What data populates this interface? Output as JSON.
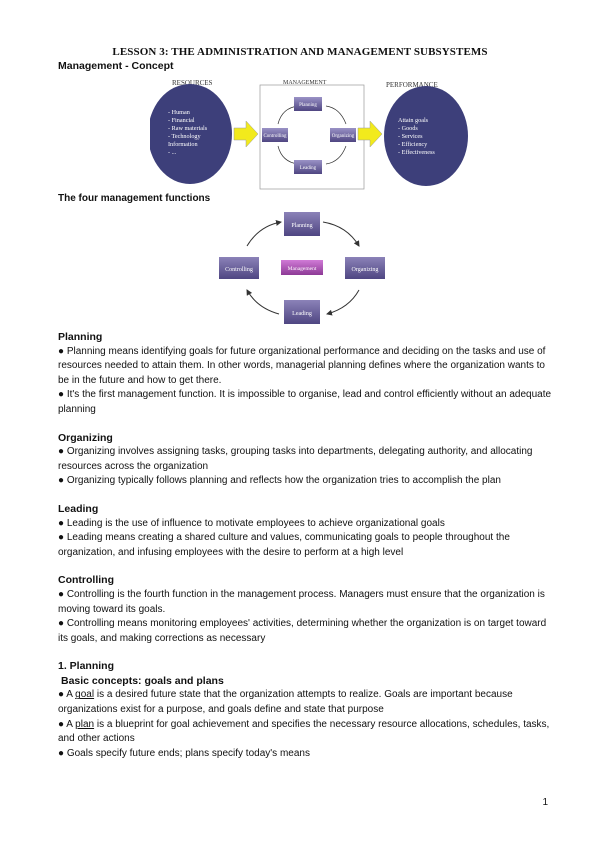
{
  "lesson_title": "LESSON 3: THE ADMINISTRATION AND MANAGEMENT SUBSYSTEMS",
  "subtitle": "Management - Concept",
  "concept_diagram": {
    "resources_label": "RESOURCES",
    "resources_items": [
      "- Human",
      "- Financial",
      "- Raw materials",
      "- Technology",
      "  Information",
      "- ..."
    ],
    "management_label": "MANAGEMENT",
    "boxes": [
      "Planning",
      "Controlling",
      "Organizing",
      "Leading"
    ],
    "performance_label": "PERFORMANCE",
    "performance_items": [
      "Attain goals",
      "- Goods",
      "- Services",
      "- Efficiency",
      "- Effectiveness"
    ]
  },
  "functions_title": "The four management functions",
  "functions_diagram": {
    "center": "Management",
    "top": "Planning",
    "right": "Organizing",
    "bottom": "Leading",
    "left": "Controlling"
  },
  "sections": {
    "planning": {
      "heading": "Planning",
      "b1": "● Planning means identifying goals for future organizational performance and deciding on the tasks and use of resources needed to attain them. In other words, managerial planning defines where the organization wants to be in the future and how to get there.",
      "b2": "● It's the first management function. It is impossible to organise, lead and control efficiently without an adequate planning"
    },
    "organizing": {
      "heading": "Organizing",
      "b1": "● Organizing involves assigning tasks, grouping tasks into departments, delegating authority, and allocating resources across the organization",
      "b2": "● Organizing typically follows planning and reflects how the organization tries to accomplish the plan"
    },
    "leading": {
      "heading": "Leading",
      "b1": "● Leading is the use of influence to motivate employees to achieve organizational goals",
      "b2": "● Leading means creating a shared culture and values, communicating goals to people throughout the organization, and infusing employees with the desire to perform at a high level"
    },
    "controlling": {
      "heading": "Controlling",
      "b1": "● Controlling is the fourth function in the management process. Managers must ensure that the organization is moving toward its goals.",
      "b2": "● Controlling means monitoring employees' activities, determining whether the organization is on target toward its goals, and making corrections as necessary"
    },
    "planning_detail": {
      "heading": "1. Planning",
      "subheading": "Basic concepts: goals and plans",
      "goal_prefix": "● A ",
      "goal_word": "goal",
      "goal_rest": " is a desired future state that the organization attempts to realize. Goals are important because organizations exist for a purpose, and goals define and state that purpose",
      "plan_prefix": "● A ",
      "plan_word": "plan",
      "plan_rest": " is a blueprint for goal achievement and specifies the necessary resource allocations, schedules, tasks, and other actions",
      "b3": "● Goals specify future ends; plans specify today's means"
    }
  },
  "page_number": "1",
  "colors": {
    "box_purple": "#5a4f8c",
    "box_purple_light": "#8b82b8",
    "center_magenta": "#a14ea8",
    "arrow_yellow": "#f2ea1c",
    "ellipse_navy": "#3d3f7a"
  }
}
